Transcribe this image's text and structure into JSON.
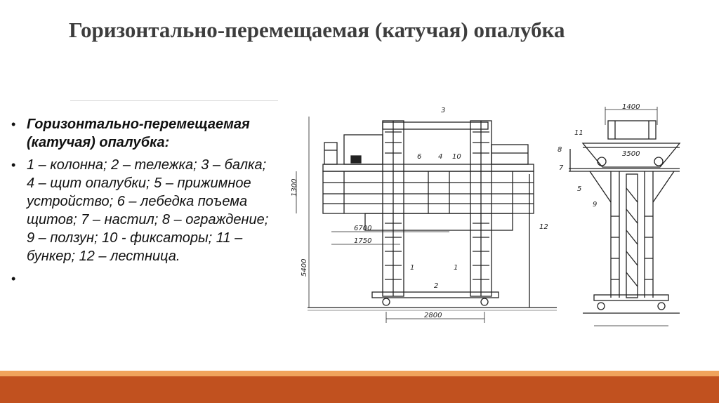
{
  "slide": {
    "title": "Горизонтально-перемещаемая (катучая) опалубка",
    "bullets": [
      "Горизонтально-перемещаемая (катучая) опалубка:",
      "1 – колонна; 2 – тележка; 3 – балка; 4 – щит опалубки; 5 – прижимное устройство; 6 – лебедка поъема щитов; 7 – настил; 8 – ограждение; 9 – ползун; 10 - фиксаторы; 11 – бункер; 12 – лестница.",
      ""
    ]
  },
  "drawing": {
    "front": {
      "dim_1300": "1300",
      "dim_5400": "5400",
      "dim_6700": "6700",
      "dim_1750": "1750",
      "dim_2800": "2800",
      "callouts": [
        "3",
        "6",
        "4",
        "10",
        "12",
        "1",
        "1",
        "2"
      ]
    },
    "side": {
      "dim_1400": "1400",
      "dim_3500": "3500",
      "callouts": [
        "11",
        "8",
        "7",
        "5",
        "9"
      ]
    }
  },
  "colors": {
    "footer_light": "#f0a35c",
    "footer_dark": "#c1511f",
    "title": "#3d3d3d"
  }
}
